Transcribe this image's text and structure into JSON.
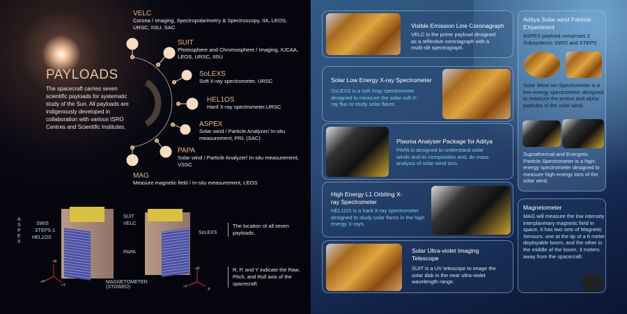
{
  "payloads": {
    "title": "PAYLOADS",
    "description": "The spacecraft carries seven scientific payloads for systematic study of the Sun. All payloads are indigenously developed in collaboration with various ISRO Centres and Scientific Institutes.",
    "items": [
      {
        "name": "VELC",
        "desc": "Corona / Imaging, Spectropolarimetry & Spectroscopy, IIA, LEOS, URSC, IISU, SAC"
      },
      {
        "name": "SUIT",
        "desc": "Photosphere and Chromosphere / Imaging, IUCAA, LEOS, URSC, IISU"
      },
      {
        "name": "SoLEXS",
        "desc": "Soft X-ray spectrometer, URSC"
      },
      {
        "name": "HEL1OS",
        "desc": "Hard X-ray spectrometer,URSC"
      },
      {
        "name": "ASPEX",
        "desc": "Solar wind / Particle Analyzer/ In-situ measurement, PRL (SAC)"
      },
      {
        "name": "PAPA",
        "desc": "Solar wind / Particle Analyzer/ In-situ measurement, VSSC"
      },
      {
        "name": "MAG",
        "desc": "Measure magnetic field / In-situ measurement, LEOS"
      }
    ]
  },
  "diagram": {
    "aspex": "ASPEX",
    "swis": "SWIS",
    "steps": "STEPS-1",
    "helios": "HEL1OS",
    "suit": "SUIT",
    "velc": "VELC",
    "papa": "PAPA",
    "solexs": "SoLEXS",
    "mag": "MAGNETOMETER (STOWED)",
    "r": "+R",
    "p": "+P",
    "y": "+Y",
    "r2": "+R",
    "y2": "+Y",
    "p2": "-P",
    "note1": "The location of all seven payloads.",
    "note2": "R, P, and Y indicate the Raw, Pitch, and Roll axis of the spacecraft."
  },
  "cards": [
    {
      "title": "Visible Emission Line Coronagraph",
      "text": "VELC is the prime payload designed as a reflective coronagraph with a multi-slit spectrograph."
    },
    {
      "title": "Solar Low Energy X-ray Spectrometer",
      "text": "SoLEXS is a soft Xray spectrometer designed to measure the solar soft X-ray flux to study solar flares."
    },
    {
      "title": "Plasma Analyser Package for Aditya",
      "text": "PAPA is designed to understand solar winds and its composition and, do mass analysis of solar wind ions."
    },
    {
      "title": "High Energy L1 Orbiting X-ray Spectrometer",
      "text": "HEL1OS is a hard X-ray spectrometer designed to study solar flares in the high energy X-rays."
    },
    {
      "title": "Solar Ultra-violet Imaging Telescope",
      "text": "SUIT is a UV telescope to image the solar disk in the near ultra-violet wavelength range."
    }
  ],
  "aspex_card": {
    "title": "Aditya Solar wind Particle EXperiment",
    "subtitle": "ASPEX payload comprises 2 Subsystems: SWIS and STEPS",
    "swis": "Solar Wind Ion Spectrometer is a low-energy spectrometer designed to measure the proton and alpha particles of the solar wind.",
    "steps": "Suprathermal and Energetic Particle Spectrometer is a high-energy spectrometer designed to measure high-energy ions of the solar wind."
  },
  "mag_card": {
    "title": "Magnetometer",
    "text": "MAG will measure the low intensity interplanetary magnetic field in space. It has two sets of Magnetic Sensors: one at the tip of a 6 meter deployable boom, and the other in the middle of the boom, 3 meters away from the spacecraft."
  }
}
